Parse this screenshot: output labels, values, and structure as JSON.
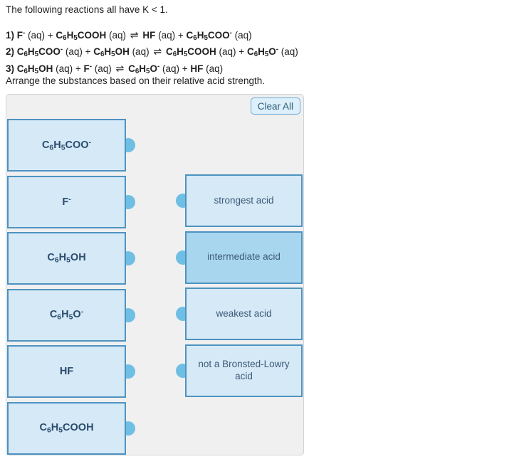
{
  "colors": {
    "page-bg": "#ffffff",
    "panel-bg": "#f0f0f0",
    "panel-border": "#cfd4da",
    "box-fill": "#d5e9f7",
    "box-border": "#4e93c0",
    "box-fill-highlight": "#a8d6ef",
    "dot": "#6fbfe4",
    "formula-text": "#2b4c6e",
    "target-text": "#3e5a77",
    "button-bg": "#ddeffa",
    "button-border": "#6cabd4",
    "button-text": "#2f5d7a",
    "body-text": "#1f1f1f"
  },
  "header": {
    "intro": "The following reactions all have K < 1.",
    "instruction": "Arrange the substances based on their relative acid strength.",
    "reactions": [
      [
        {
          "t": "1) F",
          "f": "b"
        },
        {
          "t": "-",
          "f": "bp"
        },
        {
          "t": " (aq) + "
        },
        {
          "t": "C",
          "f": "b"
        },
        {
          "t": "6",
          "f": "bs"
        },
        {
          "t": "H",
          "f": "b"
        },
        {
          "t": "5",
          "f": "bs"
        },
        {
          "t": "COOH",
          "f": "b"
        },
        {
          "t": " (aq) "
        },
        {
          "t": "⇌",
          "f": "a"
        },
        {
          "t": " "
        },
        {
          "t": "HF",
          "f": "b"
        },
        {
          "t": " (aq) + "
        },
        {
          "t": "C",
          "f": "b"
        },
        {
          "t": "6",
          "f": "bs"
        },
        {
          "t": "H",
          "f": "b"
        },
        {
          "t": "5",
          "f": "bs"
        },
        {
          "t": "COO",
          "f": "b"
        },
        {
          "t": "-",
          "f": "bp"
        },
        {
          "t": " (aq)"
        }
      ],
      [
        {
          "t": "2) C",
          "f": "b"
        },
        {
          "t": "6",
          "f": "bs"
        },
        {
          "t": "H",
          "f": "b"
        },
        {
          "t": "5",
          "f": "bs"
        },
        {
          "t": "COO",
          "f": "b"
        },
        {
          "t": "-",
          "f": "bp"
        },
        {
          "t": " (aq) + "
        },
        {
          "t": "C",
          "f": "b"
        },
        {
          "t": "6",
          "f": "bs"
        },
        {
          "t": "H",
          "f": "b"
        },
        {
          "t": "5",
          "f": "bs"
        },
        {
          "t": "OH",
          "f": "b"
        },
        {
          "t": " (aq) "
        },
        {
          "t": "⇌",
          "f": "a"
        },
        {
          "t": " "
        },
        {
          "t": "C",
          "f": "b"
        },
        {
          "t": "6",
          "f": "bs"
        },
        {
          "t": "H",
          "f": "b"
        },
        {
          "t": "5",
          "f": "bs"
        },
        {
          "t": "COOH",
          "f": "b"
        },
        {
          "t": " (aq) + "
        },
        {
          "t": "C",
          "f": "b"
        },
        {
          "t": "6",
          "f": "bs"
        },
        {
          "t": "H",
          "f": "b"
        },
        {
          "t": "5",
          "f": "bs"
        },
        {
          "t": "O",
          "f": "b"
        },
        {
          "t": "-",
          "f": "bp"
        },
        {
          "t": " (aq)"
        }
      ],
      [
        {
          "t": "3) C",
          "f": "b"
        },
        {
          "t": "6",
          "f": "bs"
        },
        {
          "t": "H",
          "f": "b"
        },
        {
          "t": "5",
          "f": "bs"
        },
        {
          "t": "OH",
          "f": "b"
        },
        {
          "t": " (aq) + "
        },
        {
          "t": "F",
          "f": "b"
        },
        {
          "t": "-",
          "f": "bp"
        },
        {
          "t": " (aq) "
        },
        {
          "t": "⇌",
          "f": "a"
        },
        {
          "t": " "
        },
        {
          "t": "C",
          "f": "b"
        },
        {
          "t": "6",
          "f": "bs"
        },
        {
          "t": "H",
          "f": "b"
        },
        {
          "t": "5",
          "f": "bs"
        },
        {
          "t": "O",
          "f": "b"
        },
        {
          "t": "-",
          "f": "bp"
        },
        {
          "t": " (aq) + "
        },
        {
          "t": "HF",
          "f": "b"
        },
        {
          "t": " (aq)"
        }
      ]
    ]
  },
  "panel": {
    "clear_all_label": "Clear All",
    "draggables": [
      {
        "name": "C6H5COO-",
        "formula": [
          {
            "t": "C"
          },
          {
            "t": "6",
            "f": "s"
          },
          {
            "t": "H"
          },
          {
            "t": "5",
            "f": "s"
          },
          {
            "t": "COO"
          },
          {
            "t": "-",
            "f": "p"
          }
        ]
      },
      {
        "name": "F-",
        "formula": [
          {
            "t": "F"
          },
          {
            "t": "-",
            "f": "p"
          }
        ]
      },
      {
        "name": "C6H5OH",
        "formula": [
          {
            "t": "C"
          },
          {
            "t": "6",
            "f": "s"
          },
          {
            "t": "H"
          },
          {
            "t": "5",
            "f": "s"
          },
          {
            "t": "OH"
          }
        ]
      },
      {
        "name": "C6H5O-",
        "formula": [
          {
            "t": "C"
          },
          {
            "t": "6",
            "f": "s"
          },
          {
            "t": "H"
          },
          {
            "t": "5",
            "f": "s"
          },
          {
            "t": "O"
          },
          {
            "t": "-",
            "f": "p"
          }
        ]
      },
      {
        "name": "HF",
        "formula": [
          {
            "t": "HF"
          }
        ]
      },
      {
        "name": "C6H5COOH",
        "formula": [
          {
            "t": "C"
          },
          {
            "t": "6",
            "f": "s"
          },
          {
            "t": "H"
          },
          {
            "t": "5",
            "f": "s"
          },
          {
            "t": "COOH"
          }
        ]
      }
    ],
    "targets": [
      {
        "label": "strongest acid",
        "highlighted": false
      },
      {
        "label": "intermediate acid",
        "highlighted": true
      },
      {
        "label": "weakest acid",
        "highlighted": false
      },
      {
        "label": "not a Bronsted-Lowry acid",
        "highlighted": false
      }
    ]
  }
}
